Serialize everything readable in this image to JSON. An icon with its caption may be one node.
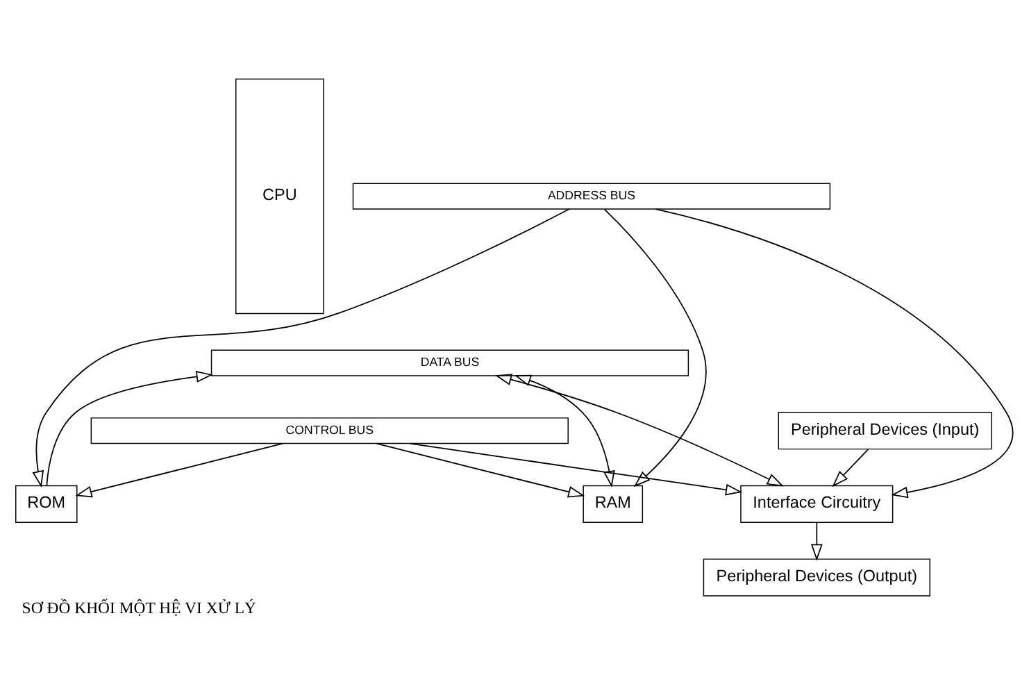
{
  "diagram": {
    "caption": "SƠ ĐỒ KHỐI MỘT HỆ VI XỬ LÝ",
    "nodes": [
      {
        "text": [
          "CPU"
        ]
      },
      {
        "text": [
          "ADDRESS BUS"
        ]
      },
      {
        "text": [
          "DATA BUS"
        ]
      },
      {
        "text": [
          "CONTROL BUS"
        ]
      },
      {
        "text": [
          "ROM"
        ]
      },
      {
        "text": [
          "RAM"
        ]
      },
      {
        "text": [
          "Interface Circuitry"
        ]
      },
      {
        "text": [
          "Peripheral Devices (Input)"
        ]
      },
      {
        "text": [
          "Peripheral Devices (Output)"
        ]
      }
    ],
    "edges": [
      {
        "from": 3,
        "to": 4,
        "arrow": "to"
      },
      {
        "from": 4,
        "to": 2,
        "arrow": "to"
      },
      {
        "from": 1,
        "to": 4,
        "arrow": "to"
      },
      {
        "from": 3,
        "to": 5,
        "arrow": "to"
      },
      {
        "from": 2,
        "to": 5,
        "arrow": "both"
      },
      {
        "from": 1,
        "to": 5,
        "arrow": "to"
      },
      {
        "from": 3,
        "to": 6,
        "arrow": "to"
      },
      {
        "from": 2,
        "to": 6,
        "arrow": "both"
      },
      {
        "from": 1,
        "to": 6,
        "arrow": "to"
      },
      {
        "from": 7,
        "to": 6,
        "arrow": "to"
      },
      {
        "from": 6,
        "to": 8,
        "arrow": "to"
      }
    ]
  }
}
